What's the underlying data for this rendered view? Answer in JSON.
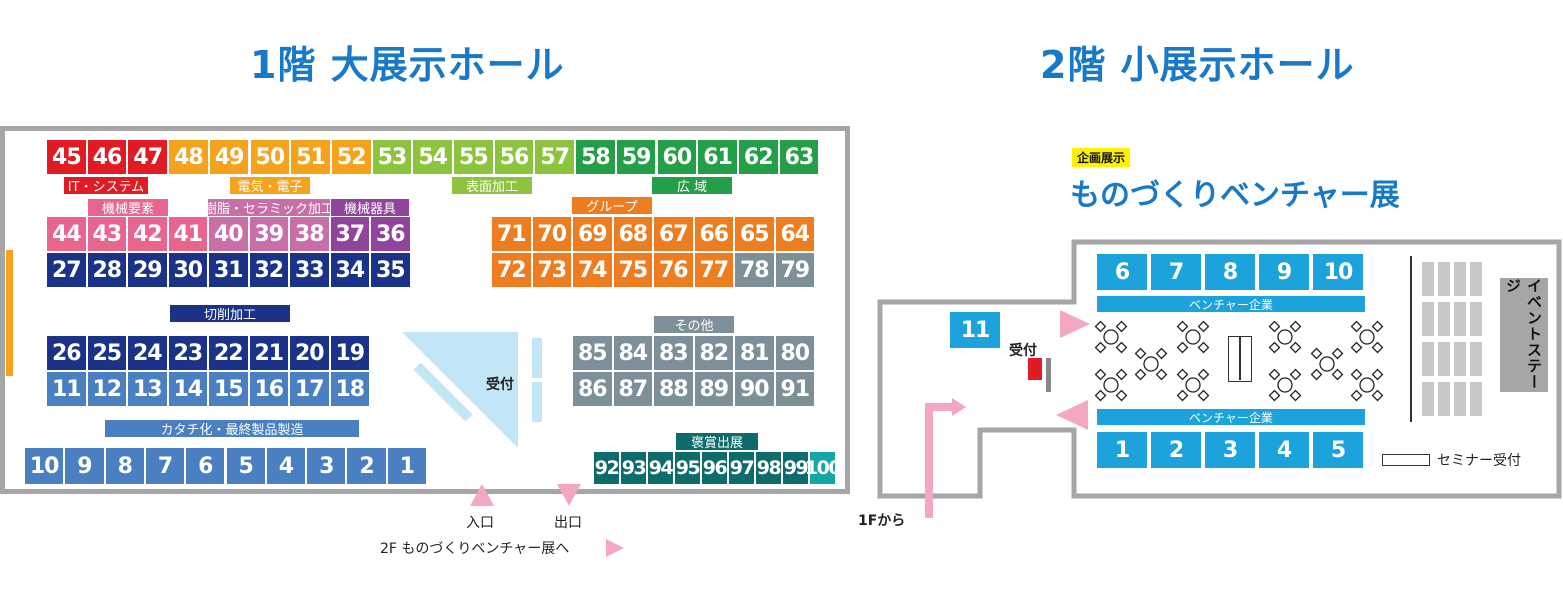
{
  "floor1": {
    "title": "1階 大展示ホール",
    "categories": {
      "it": "IT・システム",
      "elec": "電気・電子",
      "surface": "表面加工",
      "wide": "広 域",
      "machine_parts": "機械要素",
      "resin": "樹脂・セラミック加工",
      "machine_tools": "機械器具",
      "group": "グループ",
      "cutting": "切削加工",
      "other": "その他",
      "shape": "カタチ化・最終製品製造",
      "award": "褒賞出展"
    },
    "rows": {
      "r1": [
        "45",
        "46",
        "47",
        "48",
        "49",
        "50",
        "51",
        "52",
        "53",
        "54",
        "55",
        "56",
        "57",
        "58",
        "59",
        "60",
        "61",
        "62",
        "63"
      ],
      "r2": [
        "44",
        "43",
        "42",
        "41",
        "40",
        "39",
        "38",
        "37",
        "36"
      ],
      "r3": [
        "27",
        "28",
        "29",
        "30",
        "31",
        "32",
        "33",
        "34",
        "35"
      ],
      "g1": [
        "71",
        "70",
        "69",
        "68",
        "67",
        "66",
        "65",
        "64"
      ],
      "g2": [
        "72",
        "73",
        "74",
        "75",
        "76",
        "77",
        "78",
        "79"
      ],
      "c1": [
        "26",
        "25",
        "24",
        "23",
        "22",
        "21",
        "20",
        "19"
      ],
      "c2": [
        "11",
        "12",
        "13",
        "14",
        "15",
        "16",
        "17",
        "18"
      ],
      "o1": [
        "85",
        "84",
        "83",
        "82",
        "81",
        "80"
      ],
      "o2": [
        "86",
        "87",
        "88",
        "89",
        "90",
        "91"
      ],
      "s1": [
        "10",
        "9",
        "8",
        "7",
        "6",
        "5",
        "4",
        "3",
        "2",
        "1"
      ],
      "a1": [
        "92",
        "93",
        "94",
        "95",
        "96",
        "97",
        "98",
        "99",
        "100"
      ]
    },
    "reception": "受付",
    "entrance": "入口",
    "exit": "出口",
    "to2f": "2F ものづくりベンチャー展へ"
  },
  "floor2": {
    "title": "2階 小展示ホール",
    "badge": "企画展示",
    "subtitle": "ものづくりベンチャー展",
    "top_booths": [
      "6",
      "7",
      "8",
      "9",
      "10"
    ],
    "bottom_booths": [
      "1",
      "2",
      "3",
      "4",
      "5"
    ],
    "side_booth": "11",
    "venture_label_top": "ベンチャー企業",
    "venture_label_bottom": "ベンチャー企業",
    "reception": "受付",
    "stage": "イベントステージ",
    "seminar": "セミナー受付",
    "from1f": "1Fから"
  },
  "colors": {
    "it": "#e01b24",
    "elec": "#f5a21c",
    "surface": "#8dc43e",
    "wide": "#23a047",
    "pink": "#e8658f",
    "resin": "#c86fa8",
    "purple": "#91449c",
    "navy": "#1a3388",
    "orange": "#ee7d22",
    "grey": "#7d9099",
    "blue": "#4a7fc1",
    "teal": "#0e6b6b",
    "cyan": "#1ca3dc",
    "accent": "#1779c8"
  }
}
